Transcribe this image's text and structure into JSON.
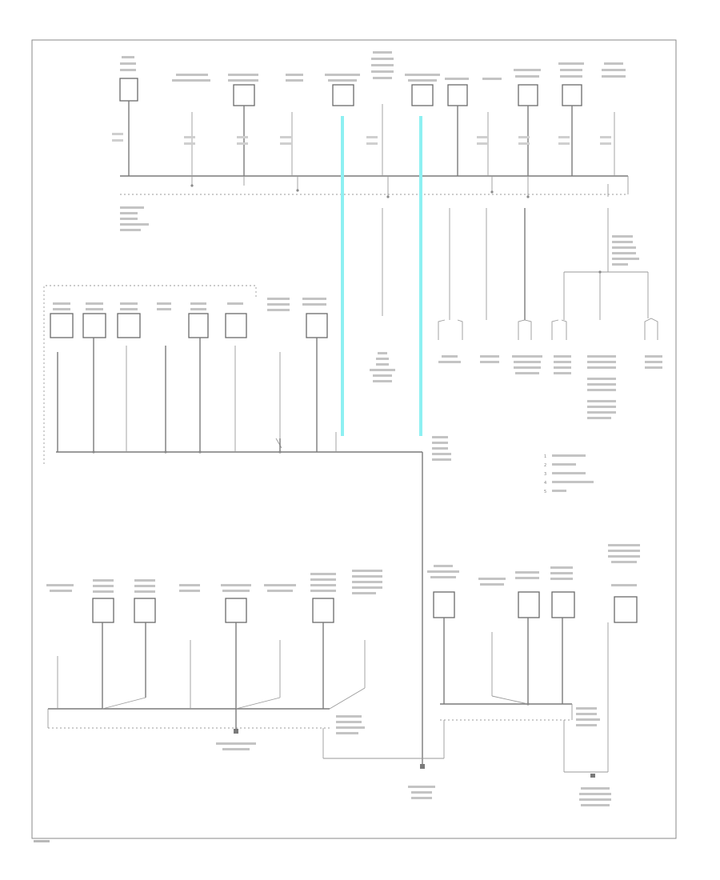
{
  "diagram": {
    "title": "",
    "page_mark": "",
    "legend": {
      "items": [
        {
          "n": "1",
          "label": ""
        },
        {
          "n": "2",
          "label": ""
        },
        {
          "n": "3",
          "label": ""
        },
        {
          "n": "4",
          "label": ""
        },
        {
          "n": "5",
          "label": ""
        }
      ]
    },
    "colors": {
      "wire": "#7a7a7a",
      "highlight": "#8ef0f2",
      "box_stroke": "#6a6a6a",
      "frame": "#8a8a8a"
    }
  }
}
